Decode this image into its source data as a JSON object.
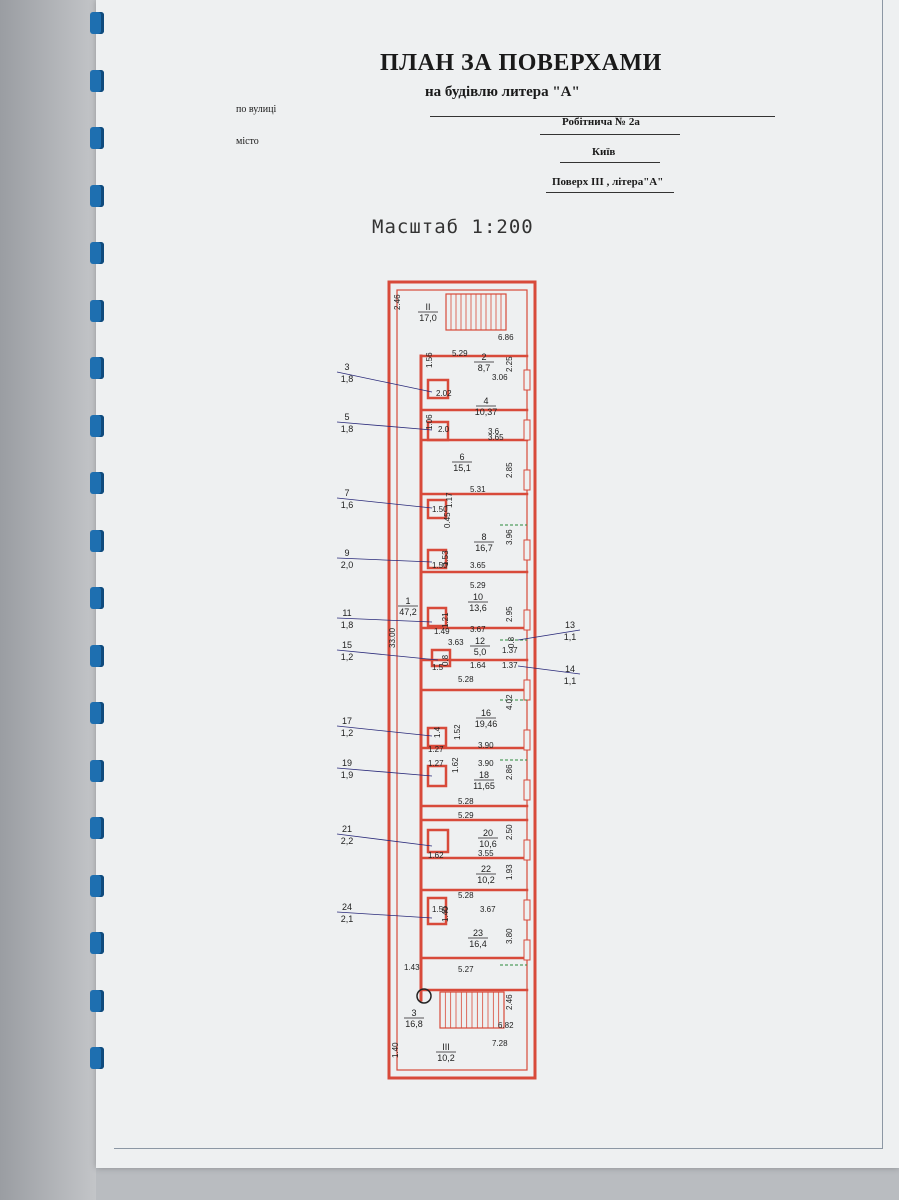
{
  "document": {
    "title": "ПЛАН ЗА ПОВЕРХАМИ",
    "subtitle": "на будівлю литера \"А\"",
    "street_label": "по вулиці",
    "city_label": "місто",
    "street_value": "Робітнича  № 2а",
    "city_value": "Київ",
    "floor_value": "Поверх III , літера\"А\"",
    "scale": "Масштаб 1:200"
  },
  "plan": {
    "accent_color": "#d84a3a",
    "text_color": "#222222",
    "room_labels": [
      {
        "id": "room-II",
        "num": "II",
        "area": "17,0"
      },
      {
        "id": "room-2",
        "num": "2",
        "area": "8,7"
      },
      {
        "id": "room-4",
        "num": "4",
        "area": "10,37"
      },
      {
        "id": "room-6",
        "num": "6",
        "area": "15,1"
      },
      {
        "id": "room-8",
        "num": "8",
        "area": "16,7"
      },
      {
        "id": "room-10",
        "num": "10",
        "area": "13,6"
      },
      {
        "id": "room-1",
        "num": "1",
        "area": "47,2"
      },
      {
        "id": "room-12",
        "num": "12",
        "area": "5,0"
      },
      {
        "id": "room-16",
        "num": "16",
        "area": "19,46"
      },
      {
        "id": "room-18",
        "num": "18",
        "area": "11,65"
      },
      {
        "id": "room-20",
        "num": "20",
        "area": "10,6"
      },
      {
        "id": "room-22",
        "num": "22",
        "area": "10,2"
      },
      {
        "id": "room-23",
        "num": "23",
        "area": "16,4"
      },
      {
        "id": "room-3",
        "num": "3",
        "area": "16,8"
      },
      {
        "id": "room-III",
        "num": "III",
        "area": "10,2"
      }
    ],
    "callouts_left": [
      {
        "id": "callout-3",
        "num": "3",
        "area": "1,8"
      },
      {
        "id": "callout-5",
        "num": "5",
        "area": "1,8"
      },
      {
        "id": "callout-7",
        "num": "7",
        "area": "1,6"
      },
      {
        "id": "callout-9",
        "num": "9",
        "area": "2,0"
      },
      {
        "id": "callout-11",
        "num": "11",
        "area": "1,8"
      },
      {
        "id": "callout-15",
        "num": "15",
        "area": "1,2"
      },
      {
        "id": "callout-17",
        "num": "17",
        "area": "1,2"
      },
      {
        "id": "callout-19",
        "num": "19",
        "area": "1,9"
      },
      {
        "id": "callout-21",
        "num": "21",
        "area": "2,2"
      },
      {
        "id": "callout-24",
        "num": "24",
        "area": "2,1"
      }
    ],
    "callouts_right": [
      {
        "id": "callout-13",
        "num": "13",
        "area": "1,1"
      },
      {
        "id": "callout-14",
        "num": "14",
        "area": "1,1"
      }
    ],
    "dimensions": [
      "2.46",
      "6.86",
      "5.29",
      "3.06",
      "2.02",
      "2.0",
      "1.56",
      "1.06",
      "2.25",
      "3.65",
      "3.6",
      "2.85",
      "5.31",
      "1.50",
      "1.17",
      "0.45",
      "3.96",
      "1.50",
      "1.53",
      "3.65",
      "5.29",
      "33.00",
      "1.49",
      "1.21",
      "3.67",
      "3.63",
      "2.95",
      "1.5",
      "0.8",
      "1.64",
      "1.37",
      "1.37",
      "0.8",
      "5.28",
      "4.02",
      "1.52",
      "1.27",
      "1.4",
      "3.90",
      "1.27",
      "1.62",
      "3.90",
      "2.86",
      "5.28",
      "5.29",
      "1.62",
      "3.55",
      "2.50",
      "1.93",
      "5.28",
      "1.50",
      "1.40",
      "3.67",
      "3.80",
      "5.27",
      "1.43",
      "2.46",
      "6.82",
      "7.28",
      "1.40"
    ]
  }
}
